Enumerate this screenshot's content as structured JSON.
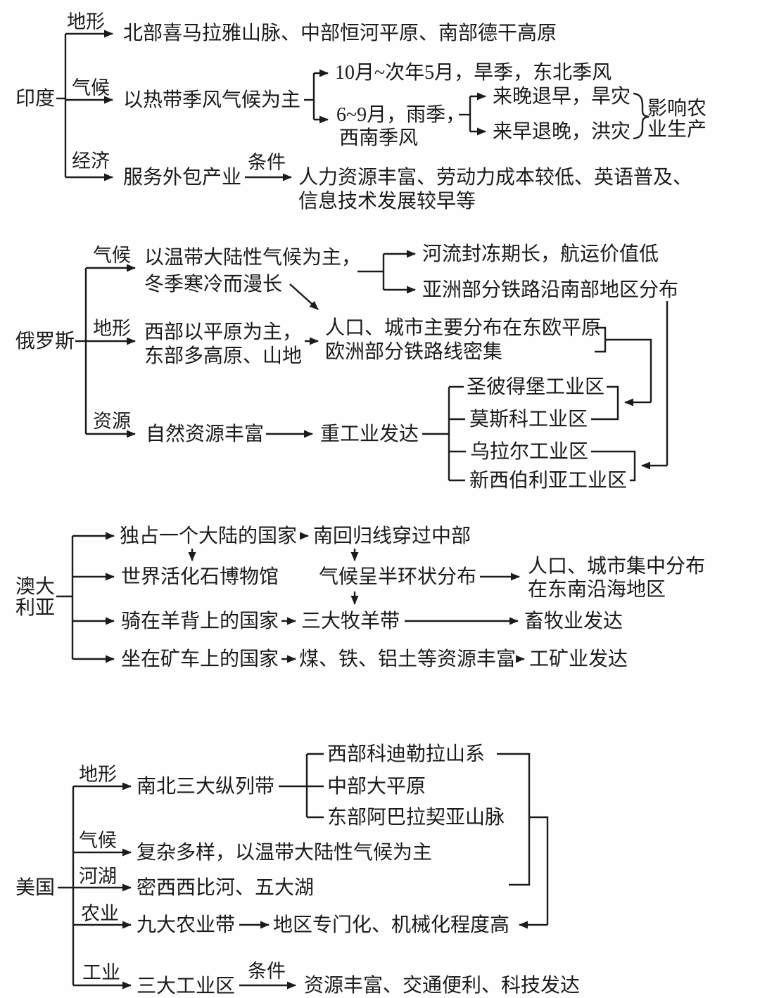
{
  "page": {
    "background": "#fefefe",
    "ink": "#1b1b1b"
  },
  "india": {
    "name": "印度",
    "terrain": {
      "label": "地形",
      "text": "北部喜马拉雅山脉、中部恒河平原、南部德干高原"
    },
    "climate": {
      "label": "气候",
      "text": "以热带季风气候为主",
      "dry": "10月~次年5月，旱季，东北季风",
      "wet_line1": "6~9月，雨季，",
      "wet_line2": "西南季风",
      "late": "来晚退早，旱灾",
      "early": "来早退晚，洪灾",
      "impact_line1": "影响农",
      "impact_line2": "业生产"
    },
    "economy": {
      "label": "经济",
      "text": "服务外包产业",
      "condition": "条件",
      "cond_line1": "人力资源丰富、劳动力成本较低、英语普及、",
      "cond_line2": "信息技术发展较早等"
    }
  },
  "russia": {
    "name": "俄罗斯",
    "climate": {
      "label": "气候",
      "line1": "以温带大陆性气候为主，",
      "line2": "冬季寒冷而漫长",
      "river": "河流封冻期长，航运价值低",
      "railway": "亚洲部分铁路沿南部地区分布"
    },
    "terrain": {
      "label": "地形",
      "line1": "西部以平原为主，",
      "line2": "东部多高原、山地",
      "pop_line1": "人口、城市主要分布在东欧平原",
      "pop_line2": "欧洲部分铁路线密集"
    },
    "resources": {
      "label": "资源",
      "text": "自然资源丰富",
      "industry": "重工业发达",
      "zones": [
        "圣彼得堡工业区",
        "莫斯科工业区",
        "乌拉尔工业区",
        "新西伯利亚工业区"
      ]
    }
  },
  "australia": {
    "name_line1": "澳大",
    "name_line2": "利亚",
    "continent": "独占一个大陆的国家",
    "tropic": "南回归线穿过中部",
    "museum": "世界活化石博物馆",
    "climate": "气候呈半环状分布",
    "pop_line1": "人口、城市集中分布",
    "pop_line2": "在东南沿海地区",
    "sheep": "骑在羊背上的国家",
    "belts": "三大牧羊带",
    "husbandry": "畜牧业发达",
    "mine": "坐在矿车上的国家",
    "minerals": "煤、铁、铝土等资源丰富",
    "mining": "工矿业发达"
  },
  "usa": {
    "name": "美国",
    "terrain": {
      "label": "地形",
      "text": "南北三大纵列带",
      "west": "西部科迪勒拉山系",
      "middle": "中部大平原",
      "east": "东部阿巴拉契亚山脉"
    },
    "climate": {
      "label": "气候",
      "text": "复杂多样，以温带大陆性气候为主"
    },
    "rivers": {
      "label": "河湖",
      "text": "密西西比河、五大湖"
    },
    "agriculture": {
      "label": "农业",
      "text": "九大农业带",
      "result": "地区专门化、机械化程度高"
    },
    "industry": {
      "label": "工业",
      "text": "三大工业区",
      "condition": "条件",
      "result": "资源丰富、交通便利、科技发达"
    }
  }
}
